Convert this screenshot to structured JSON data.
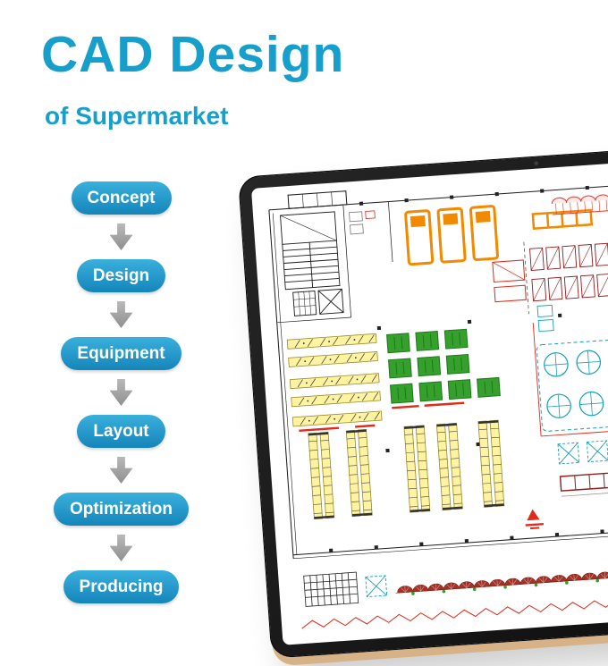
{
  "header": {
    "title": "CAD Design",
    "subtitle": "of Supermarket"
  },
  "process": {
    "steps": [
      {
        "label": "Concept"
      },
      {
        "label": "Design"
      },
      {
        "label": "Equipment"
      },
      {
        "label": "Layout"
      },
      {
        "label": "Optimization"
      },
      {
        "label": "Producing"
      }
    ]
  },
  "tablet": {
    "screen_content": "supermarket-cad-floor-plan"
  },
  "colors": {
    "accent": "#159fca",
    "pill-top": "#3ab0dc",
    "pill-bottom": "#1485ba",
    "arrow": "#8f8f8f",
    "frame": "#0f0f0f",
    "frame-edge": "#d6b286",
    "plan-orange": "#f28a00",
    "plan-red": "#e02a1a",
    "plan-darkred": "#8f1f1f",
    "plan-green": "#35a02c",
    "plan-yellow": "#fdf3a1",
    "plan-teal": "#19a0b8"
  }
}
